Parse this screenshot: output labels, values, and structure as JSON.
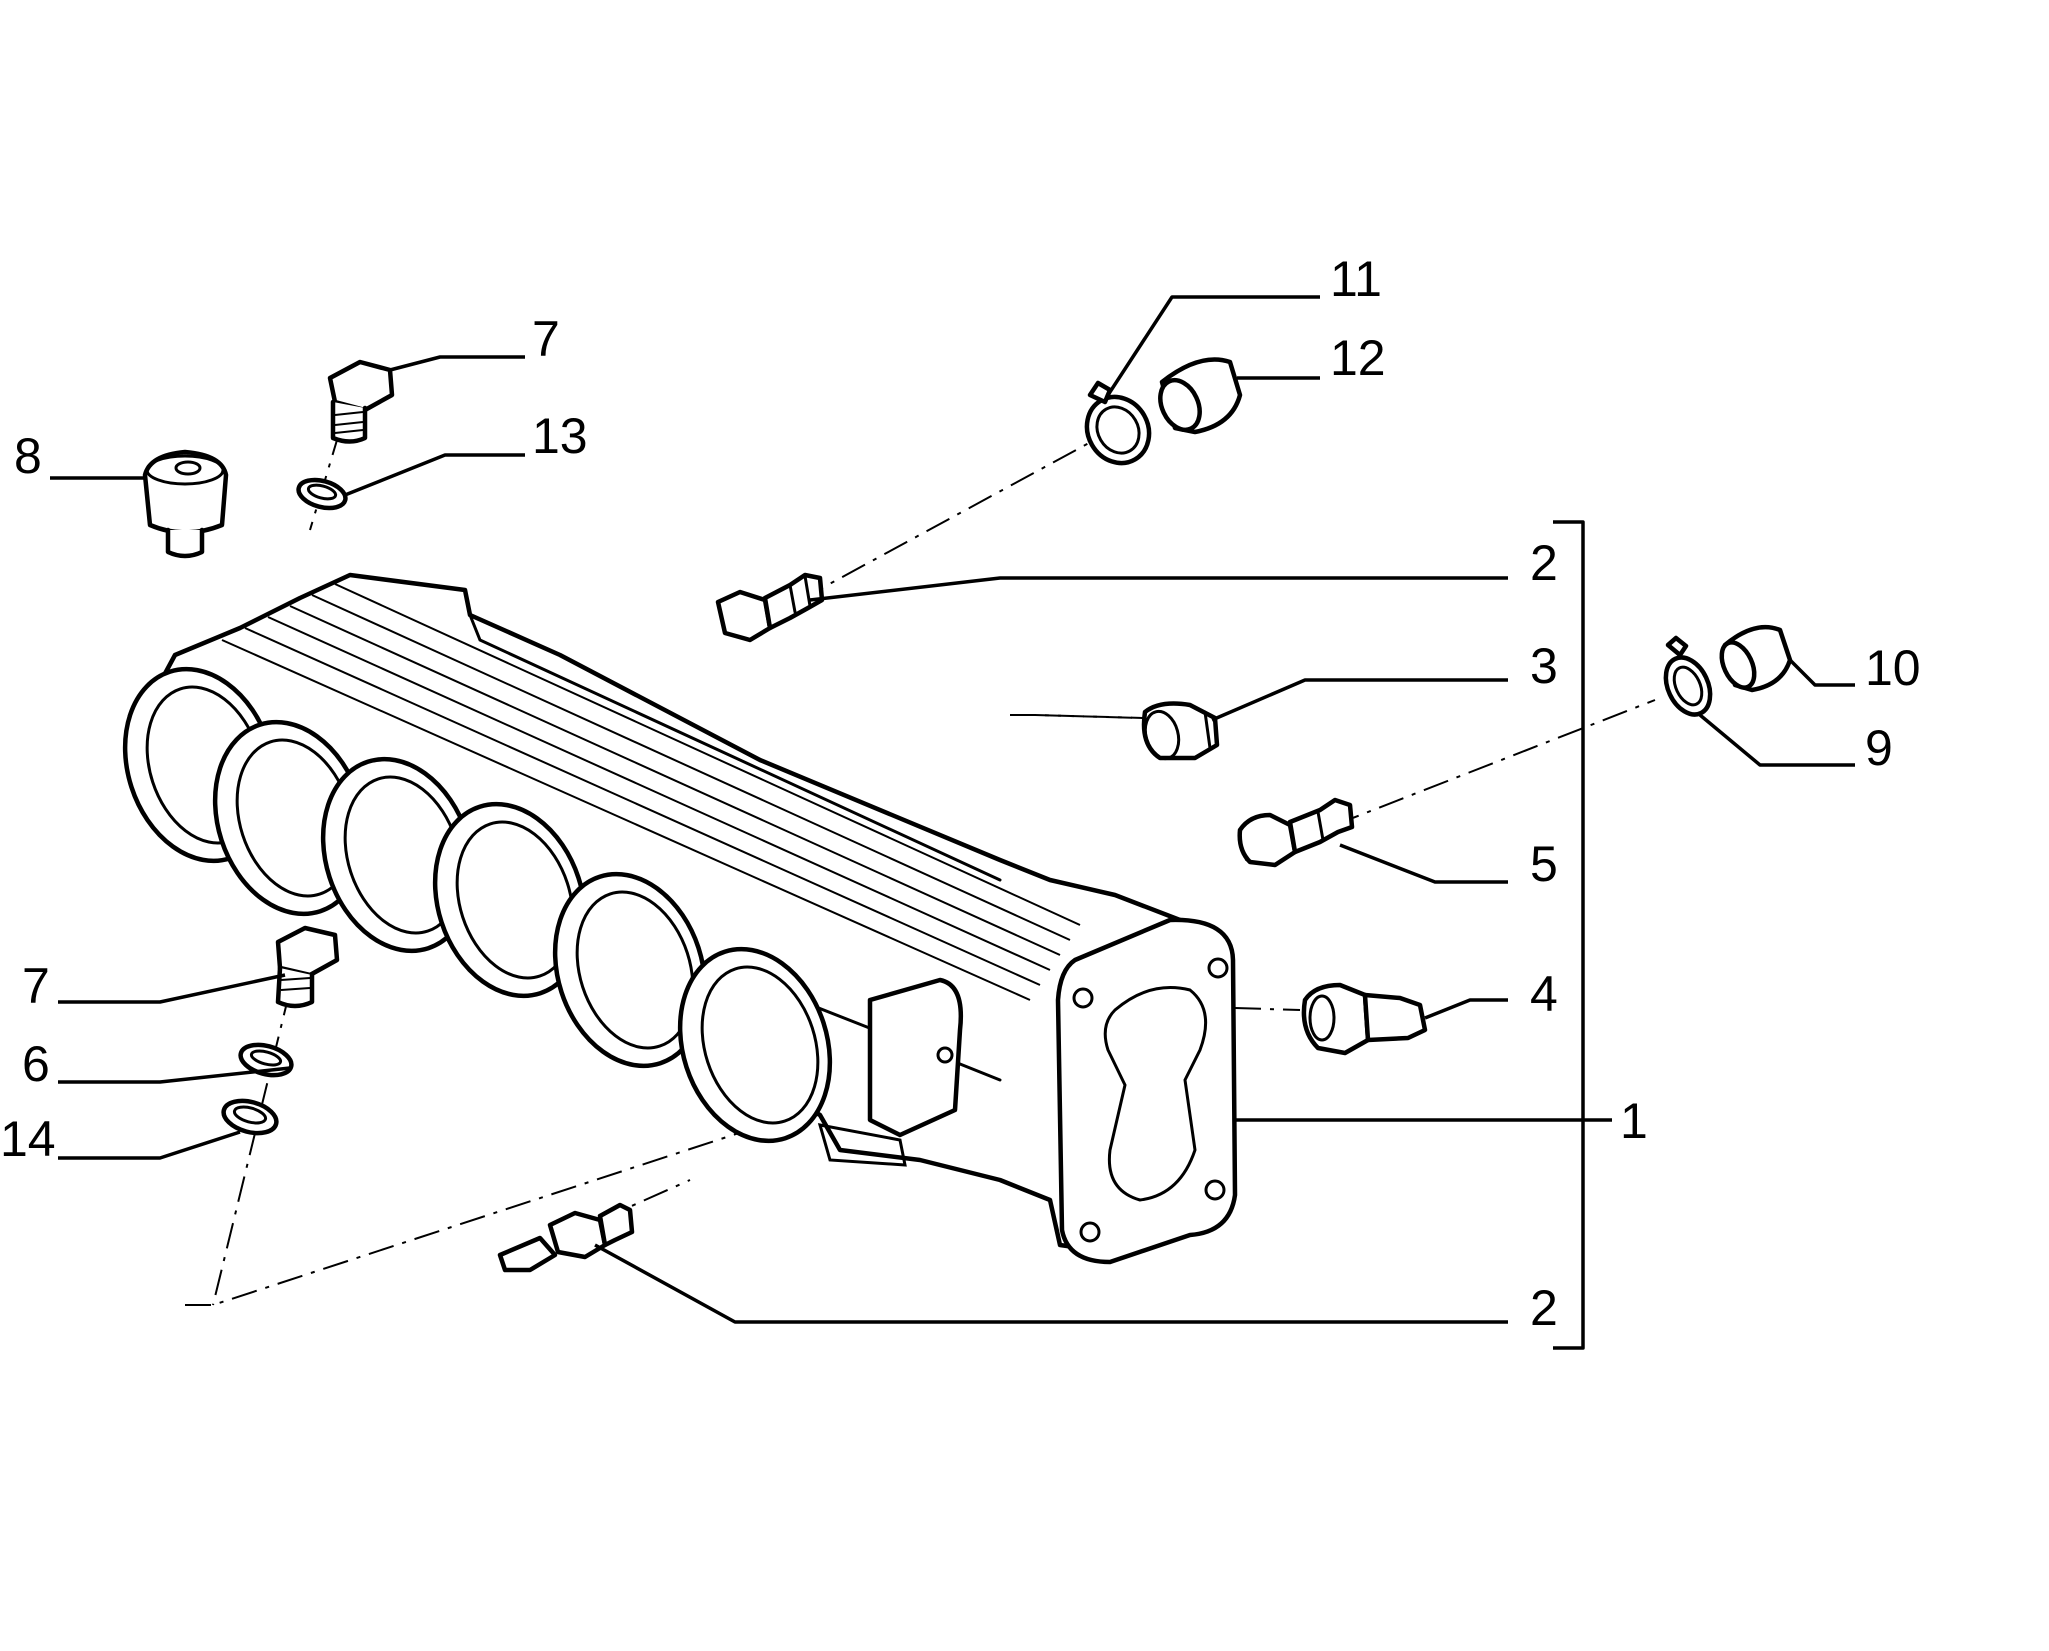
{
  "callouts": [
    {
      "id": "c1",
      "text": "1"
    },
    {
      "id": "c2a",
      "text": "2"
    },
    {
      "id": "c2b",
      "text": "2"
    },
    {
      "id": "c3",
      "text": "3"
    },
    {
      "id": "c4",
      "text": "4"
    },
    {
      "id": "c5",
      "text": "5"
    },
    {
      "id": "c6",
      "text": "6"
    },
    {
      "id": "c7a",
      "text": "7"
    },
    {
      "id": "c7b",
      "text": "7"
    },
    {
      "id": "c8",
      "text": "8"
    },
    {
      "id": "c9",
      "text": "9"
    },
    {
      "id": "c10",
      "text": "10"
    },
    {
      "id": "c11",
      "text": "11"
    },
    {
      "id": "c12",
      "text": "12"
    },
    {
      "id": "c13",
      "text": "13"
    },
    {
      "id": "c14",
      "text": "14"
    }
  ]
}
